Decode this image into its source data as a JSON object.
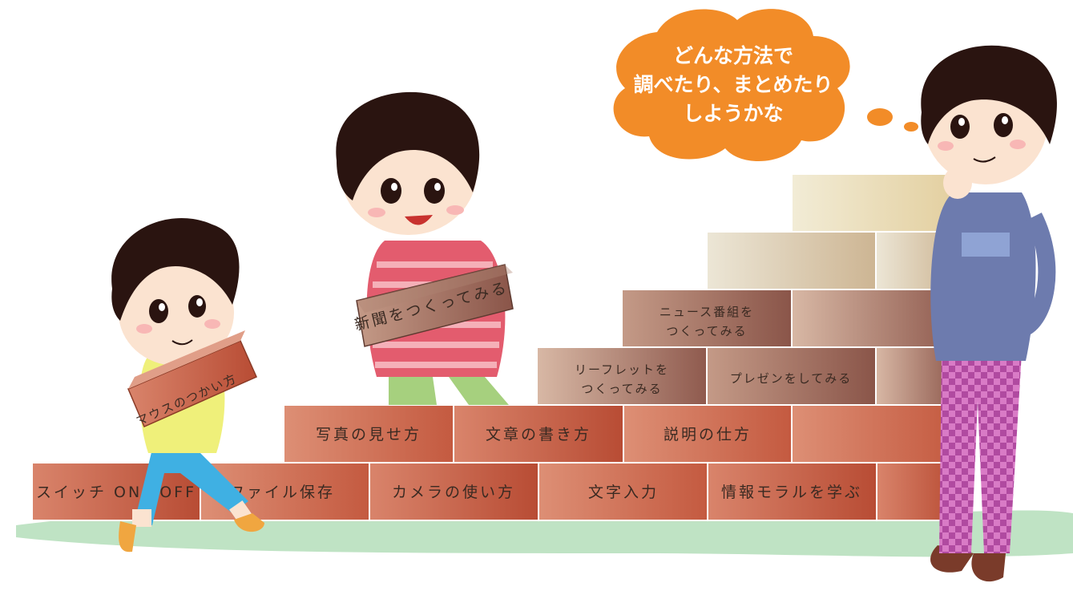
{
  "colors": {
    "ground": "#bfe3c4",
    "brick_red": "#c0563b",
    "brick_mid": "#9c6b5e",
    "brick_pale": "#e6dcc4",
    "bubble": "#f28c28",
    "text": "#3a2a22"
  },
  "thought_bubble": {
    "lines": [
      "どんな方法で",
      "調べたり、まとめたり",
      "しようかな"
    ]
  },
  "bricks": {
    "row1": [
      "スイッチ ON・OFF",
      "ファイル保存",
      "カメラの使い方",
      "文字入力",
      "情報モラルを学ぶ"
    ],
    "row2": [
      "写真の見せ方",
      "文章の書き方",
      "説明の仕方"
    ],
    "row3": [
      "リーフレットを",
      "つくってみる",
      "プレゼンをしてみる"
    ],
    "row4": [
      "ニュース番組を",
      "つくってみる"
    ]
  },
  "carried_bricks": {
    "small_child": "マウスのつかい方",
    "middle_child": "新聞をつくってみる"
  }
}
